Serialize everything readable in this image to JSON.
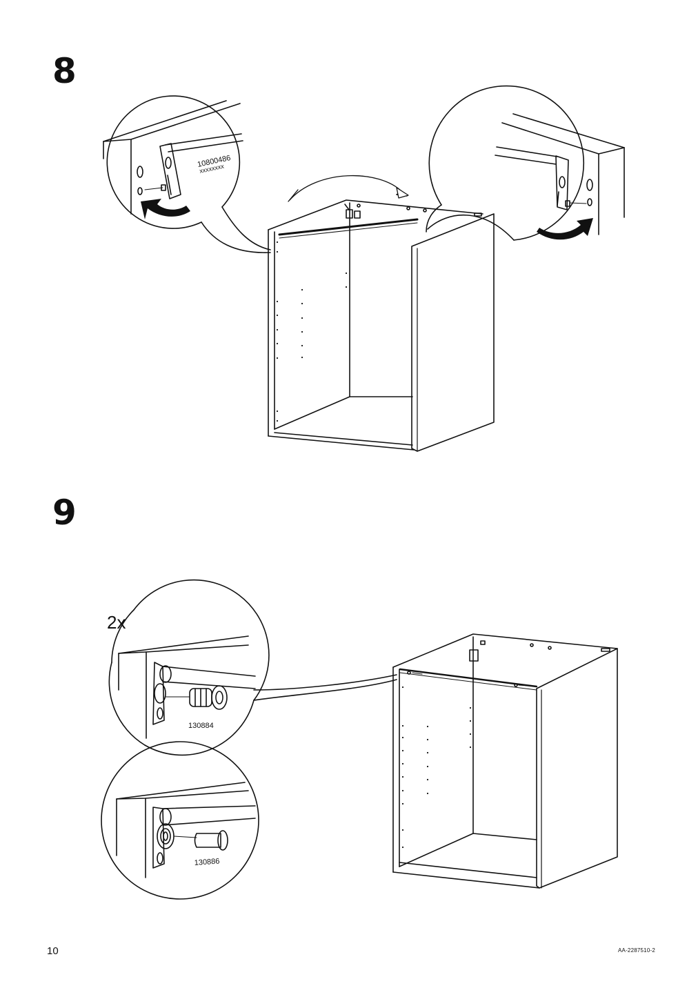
{
  "steps": [
    {
      "number": "8",
      "callouts": [
        {
          "part_number": "10800486",
          "label_placeholder": "xxxxxxxx"
        }
      ]
    },
    {
      "number": "9",
      "quantity": "2x",
      "callouts": [
        {
          "part_number": "130884"
        },
        {
          "part_number": "130886"
        }
      ]
    }
  ],
  "footer": {
    "page_number": "10",
    "document_code": "AA-2287510-2"
  },
  "icons": [
    "rotate-arrow-left-icon",
    "rotate-arrow-right-icon",
    "swing-arrow-icon"
  ]
}
